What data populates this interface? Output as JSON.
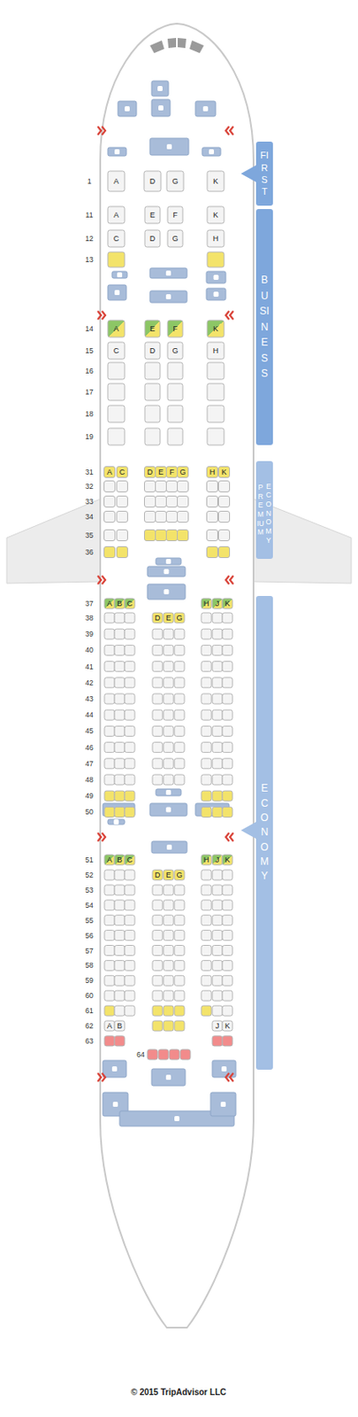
{
  "diagram": {
    "nodes": [
      {
        "text": [
          "FIRST"
        ]
      },
      {
        "text": [
          "BUSINESS"
        ]
      },
      {
        "text": [
          "PREMIUM",
          "ECONOMY"
        ]
      },
      {
        "text": [
          "ECONOMY"
        ]
      }
    ],
    "labels": [
      "1",
      "A",
      "D",
      "G",
      "K",
      "11",
      "A",
      "E",
      "F",
      "K",
      "12",
      "C",
      "D",
      "G",
      "H",
      "13",
      "14",
      "A",
      "E",
      "F",
      "K",
      "15",
      "C",
      "D",
      "G",
      "H",
      "16",
      "17",
      "18",
      "19",
      "31",
      "A",
      "C",
      "D",
      "E",
      "F",
      "G",
      "H",
      "K",
      "32",
      "33",
      "34",
      "35",
      "36",
      "37",
      "A",
      "B",
      "C",
      "H",
      "J",
      "K",
      "38",
      "D",
      "E",
      "G",
      "39",
      "40",
      "41",
      "42",
      "43",
      "44",
      "45",
      "46",
      "47",
      "48",
      "49",
      "50",
      "51",
      "A",
      "B",
      "C",
      "H",
      "J",
      "K",
      "52",
      "D",
      "E",
      "G",
      "53",
      "54",
      "55",
      "56",
      "57",
      "58",
      "59",
      "60",
      "61",
      "62",
      "A",
      "B",
      "J",
      "K",
      "63",
      "64",
      "© 2015 TripAdvisor LLC"
    ]
  }
}
